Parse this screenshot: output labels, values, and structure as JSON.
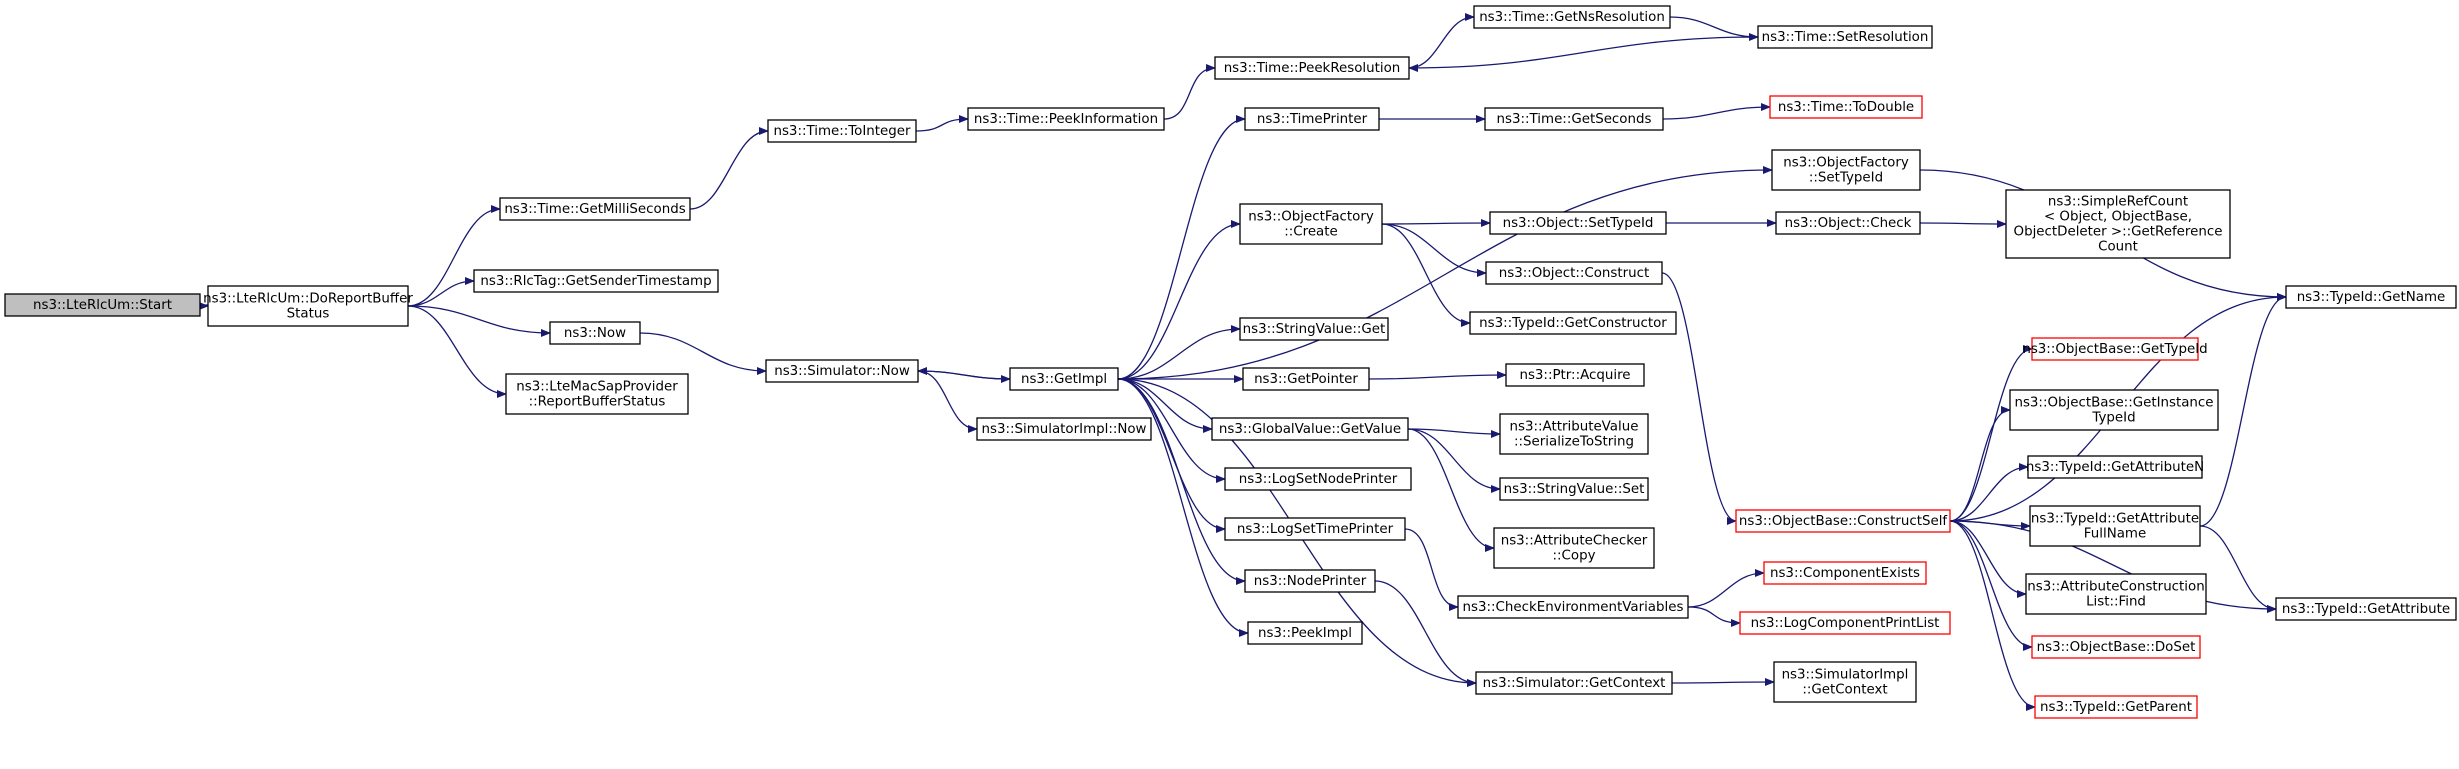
{
  "nodes": [
    {
      "id": "start",
      "lines": [
        "ns3::LteRlcUm::Start"
      ],
      "style": "root"
    },
    {
      "id": "doreport",
      "lines": [
        "ns3::LteRlcUm::DoReportBuffer",
        "Status"
      ]
    },
    {
      "id": "getmilli",
      "lines": [
        "ns3::Time::GetMilliSeconds"
      ]
    },
    {
      "id": "rlctag",
      "lines": [
        "ns3::RlcTag::GetSenderTimestamp"
      ]
    },
    {
      "id": "now",
      "lines": [
        "ns3::Now"
      ]
    },
    {
      "id": "ltemac",
      "lines": [
        "ns3::LteMacSapProvider",
        "::ReportBufferStatus"
      ]
    },
    {
      "id": "toint",
      "lines": [
        "ns3::Time::ToInteger"
      ]
    },
    {
      "id": "simnow",
      "lines": [
        "ns3::Simulator::Now"
      ]
    },
    {
      "id": "peekinfo",
      "lines": [
        "ns3::Time::PeekInformation"
      ]
    },
    {
      "id": "getimpl",
      "lines": [
        "ns3::GetImpl"
      ]
    },
    {
      "id": "simimplnow",
      "lines": [
        "ns3::SimulatorImpl::Now"
      ]
    },
    {
      "id": "peekres",
      "lines": [
        "ns3::Time::PeekResolution"
      ]
    },
    {
      "id": "timeprinter",
      "lines": [
        "ns3::TimePrinter"
      ]
    },
    {
      "id": "objfcreate",
      "lines": [
        "ns3::ObjectFactory",
        "::Create"
      ]
    },
    {
      "id": "strvalget",
      "lines": [
        "ns3::StringValue::Get"
      ]
    },
    {
      "id": "getpointer",
      "lines": [
        "ns3::GetPointer"
      ]
    },
    {
      "id": "gvgetvalue",
      "lines": [
        "ns3::GlobalValue::GetValue"
      ]
    },
    {
      "id": "logsetnode",
      "lines": [
        "ns3::LogSetNodePrinter"
      ]
    },
    {
      "id": "logsettime",
      "lines": [
        "ns3::LogSetTimePrinter"
      ]
    },
    {
      "id": "nodeprinter",
      "lines": [
        "ns3::NodePrinter"
      ]
    },
    {
      "id": "peekimpl",
      "lines": [
        "ns3::PeekImpl"
      ]
    },
    {
      "id": "getnsres",
      "lines": [
        "ns3::Time::GetNsResolution"
      ]
    },
    {
      "id": "setres",
      "lines": [
        "ns3::Time::SetResolution"
      ]
    },
    {
      "id": "getseconds",
      "lines": [
        "ns3::Time::GetSeconds"
      ]
    },
    {
      "id": "todouble",
      "lines": [
        "ns3::Time::ToDouble"
      ],
      "style": "red"
    },
    {
      "id": "objfsettype",
      "lines": [
        "ns3::ObjectFactory",
        "::SetTypeId"
      ]
    },
    {
      "id": "objsettype",
      "lines": [
        "ns3::Object::SetTypeId"
      ]
    },
    {
      "id": "objcheck",
      "lines": [
        "ns3::Object::Check"
      ]
    },
    {
      "id": "simplerefcount",
      "lines": [
        "ns3::SimpleRefCount",
        "< Object, ObjectBase,",
        "ObjectDeleter >::GetReference",
        "Count"
      ]
    },
    {
      "id": "objconstruct",
      "lines": [
        "ns3::Object::Construct"
      ]
    },
    {
      "id": "typeidgetctor",
      "lines": [
        "ns3::TypeId::GetConstructor"
      ]
    },
    {
      "id": "ptracquire",
      "lines": [
        "ns3::Ptr::Acquire"
      ]
    },
    {
      "id": "attrvalser",
      "lines": [
        "ns3::AttributeValue",
        "::SerializeToString"
      ]
    },
    {
      "id": "strvalset",
      "lines": [
        "ns3::StringValue::Set"
      ]
    },
    {
      "id": "attrcheckcopy",
      "lines": [
        "ns3::AttributeChecker",
        "::Copy"
      ]
    },
    {
      "id": "checkenv",
      "lines": [
        "ns3::CheckEnvironmentVariables"
      ]
    },
    {
      "id": "simgetctx",
      "lines": [
        "ns3::Simulator::GetContext"
      ]
    },
    {
      "id": "simimplgetctx",
      "lines": [
        "ns3::SimulatorImpl",
        "::GetContext"
      ]
    },
    {
      "id": "compexists",
      "lines": [
        "ns3::ComponentExists"
      ],
      "style": "red"
    },
    {
      "id": "logcomplist",
      "lines": [
        "ns3::LogComponentPrintList"
      ],
      "style": "red"
    },
    {
      "id": "constructself",
      "lines": [
        "ns3::ObjectBase::ConstructSelf"
      ],
      "style": "red"
    },
    {
      "id": "obgettypeid",
      "lines": [
        "ns3::ObjectBase::GetTypeId"
      ],
      "style": "red"
    },
    {
      "id": "obgetinst",
      "lines": [
        "ns3::ObjectBase::GetInstance",
        "TypeId"
      ]
    },
    {
      "id": "tidgetattrn",
      "lines": [
        "ns3::TypeId::GetAttributeN"
      ]
    },
    {
      "id": "tidgetattrfull",
      "lines": [
        "ns3::TypeId::GetAttribute",
        "FullName"
      ]
    },
    {
      "id": "attrconstrfind",
      "lines": [
        "ns3::AttributeConstruction",
        "List::Find"
      ]
    },
    {
      "id": "obdoset",
      "lines": [
        "ns3::ObjectBase::DoSet"
      ],
      "style": "red"
    },
    {
      "id": "tidgetparent",
      "lines": [
        "ns3::TypeId::GetParent"
      ],
      "style": "red"
    },
    {
      "id": "tidgetname",
      "lines": [
        "ns3::TypeId::GetName"
      ]
    },
    {
      "id": "tidgetattr",
      "lines": [
        "ns3::TypeId::GetAttribute"
      ]
    }
  ],
  "edges": [
    [
      "start",
      "doreport"
    ],
    [
      "doreport",
      "getmilli"
    ],
    [
      "doreport",
      "rlctag"
    ],
    [
      "doreport",
      "now"
    ],
    [
      "doreport",
      "ltemac"
    ],
    [
      "getmilli",
      "toint"
    ],
    [
      "toint",
      "peekinfo"
    ],
    [
      "peekinfo",
      "peekres"
    ],
    [
      "peekres",
      "getnsres"
    ],
    [
      "getnsres",
      "setres"
    ],
    [
      "setres",
      "peekres"
    ],
    [
      "now",
      "simnow"
    ],
    [
      "simnow",
      "getimpl"
    ],
    [
      "simnow",
      "simimplnow"
    ],
    [
      "getimpl",
      "timeprinter"
    ],
    [
      "getimpl",
      "objfsettype"
    ],
    [
      "getimpl",
      "objfcreate"
    ],
    [
      "getimpl",
      "strvalget"
    ],
    [
      "getimpl",
      "getpointer"
    ],
    [
      "getimpl",
      "gvgetvalue"
    ],
    [
      "getimpl",
      "logsetnode"
    ],
    [
      "getimpl",
      "logsettime"
    ],
    [
      "getimpl",
      "nodeprinter"
    ],
    [
      "getimpl",
      "peekimpl"
    ],
    [
      "getimpl",
      "simgetctx"
    ],
    [
      "getimpl",
      "simnow"
    ],
    [
      "timeprinter",
      "getseconds"
    ],
    [
      "getseconds",
      "todouble"
    ],
    [
      "objfcreate",
      "objsettype"
    ],
    [
      "objfcreate",
      "objconstruct"
    ],
    [
      "objfcreate",
      "typeidgetctor"
    ],
    [
      "objsettype",
      "objcheck"
    ],
    [
      "objcheck",
      "simplerefcount"
    ],
    [
      "objconstruct",
      "constructself"
    ],
    [
      "objfsettype",
      "tidgetname"
    ],
    [
      "getpointer",
      "ptracquire"
    ],
    [
      "gvgetvalue",
      "attrvalser"
    ],
    [
      "gvgetvalue",
      "strvalset"
    ],
    [
      "gvgetvalue",
      "attrcheckcopy"
    ],
    [
      "logsettime",
      "checkenv"
    ],
    [
      "checkenv",
      "compexists"
    ],
    [
      "checkenv",
      "logcomplist"
    ],
    [
      "nodeprinter",
      "simgetctx"
    ],
    [
      "simgetctx",
      "simimplgetctx"
    ],
    [
      "constructself",
      "tidgetname"
    ],
    [
      "constructself",
      "obgettypeid"
    ],
    [
      "constructself",
      "obgetinst"
    ],
    [
      "constructself",
      "tidgetattrn"
    ],
    [
      "constructself",
      "tidgetattrfull"
    ],
    [
      "constructself",
      "attrconstrfind"
    ],
    [
      "constructself",
      "obdoset"
    ],
    [
      "constructself",
      "tidgetparent"
    ],
    [
      "constructself",
      "tidgetattr"
    ],
    [
      "tidgetattrfull",
      "tidgetname"
    ],
    [
      "tidgetattrfull",
      "tidgetattr"
    ]
  ]
}
